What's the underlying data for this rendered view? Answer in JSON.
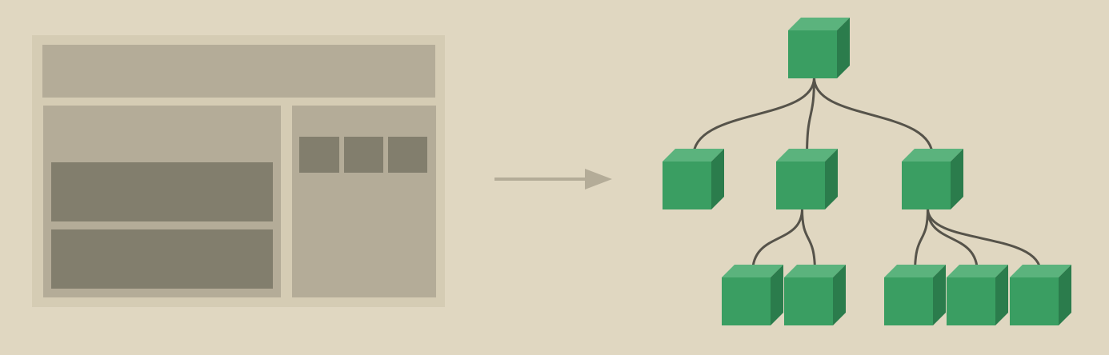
{
  "colors": {
    "background": "#e0d7c1",
    "layout_border": "#d5ccb4",
    "layout_panel": "#b4ac98",
    "layout_block": "#827e6d",
    "arrow": "#b4ac98",
    "connector": "#56534a",
    "cube_front": "#3a9e62",
    "cube_top": "#5bb37d",
    "cube_side": "#2b7c4c"
  },
  "layout_mockup": {
    "regions": [
      "header",
      "main-content",
      "sidebar"
    ],
    "main_content_blocks": 2,
    "sidebar_blocks": 3
  },
  "arrow": {
    "direction": "right",
    "icon": "arrow-right-icon"
  },
  "component_tree": {
    "icon": "cube-icon",
    "root": {
      "id": "root",
      "children": [
        {
          "id": "child-1",
          "children": []
        },
        {
          "id": "child-2",
          "children": [
            {
              "id": "grandchild-1",
              "children": []
            },
            {
              "id": "grandchild-2",
              "children": []
            }
          ]
        },
        {
          "id": "child-3",
          "children": [
            {
              "id": "grandchild-3",
              "children": []
            },
            {
              "id": "grandchild-4",
              "children": []
            },
            {
              "id": "grandchild-5",
              "children": []
            }
          ]
        }
      ]
    }
  }
}
